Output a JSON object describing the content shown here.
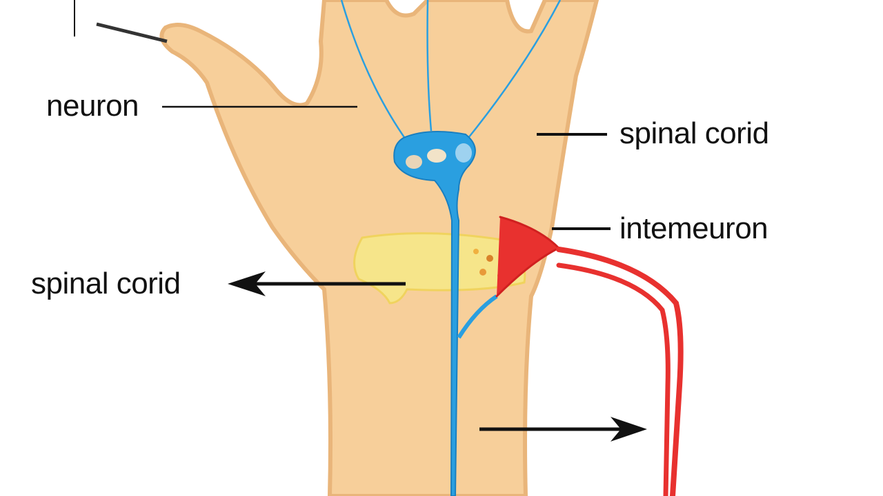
{
  "labels": {
    "neuron": "neuron",
    "spinal_cord_right": "spinal corid",
    "interneuron": "intemeuron",
    "spinal_cord_left": "spinal corid"
  },
  "colors": {
    "skin": "#f7cf9a",
    "skin_edge": "#e9b57a",
    "sensory_neuron": "#2a9fe0",
    "motor_neuron": "#e8312f",
    "spinal_cord_segment": "#f6e58a",
    "text": "#111111"
  }
}
